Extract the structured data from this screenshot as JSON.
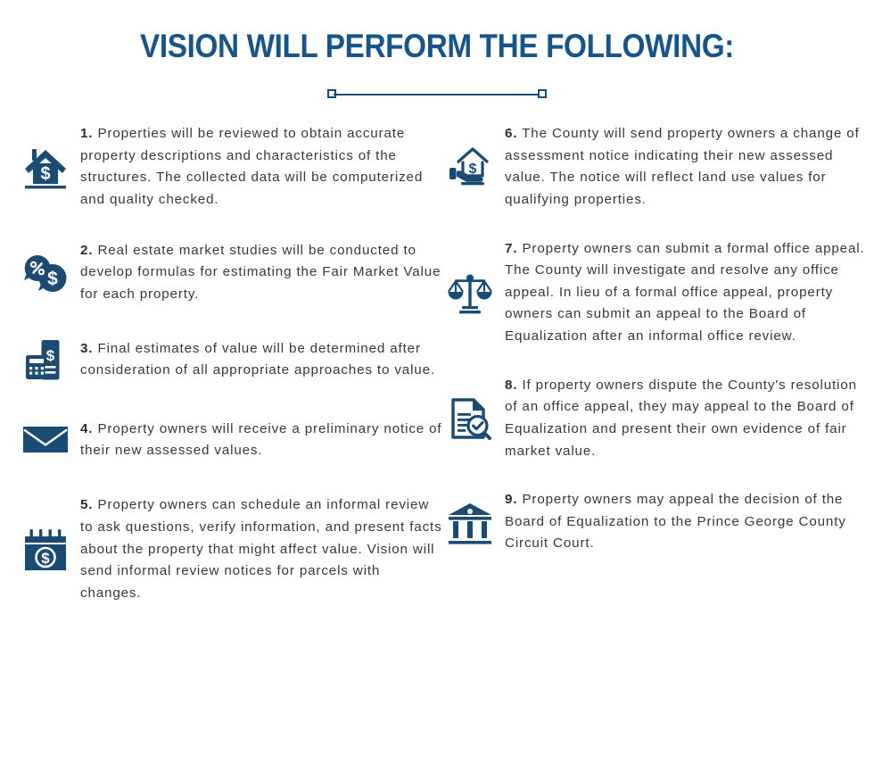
{
  "header": {
    "title": "VISION WILL PERFORM THE FOLLOWING:",
    "divider": "horizontal-rule-with-square-caps"
  },
  "colors": {
    "title_blue": "#17548a",
    "icon_navy": "#1b4a73",
    "body_text": "#3d3733",
    "background": "#ffffff"
  },
  "columns": {
    "left": [
      {
        "number": "1.",
        "icon": "house-dollar-icon",
        "text": " Properties will be reviewed to obtain accurate property descriptions and characteristics of the structures. The collected data will be computerized and quality checked."
      },
      {
        "number": "2.",
        "icon": "speech-bubbles-percent-dollar-icon",
        "text": " Real estate market studies will be conducted to develop formulas for estimating the Fair Market Value for each property."
      },
      {
        "number": "3.",
        "icon": "calculator-document-dollar-icon",
        "text": " Final estimates of value will be determined after consideration of all appropriate approaches to value."
      },
      {
        "number": "4.",
        "icon": "envelope-icon",
        "text": " Property owners will receive a preliminary notice of their new assessed values."
      },
      {
        "number": "5.",
        "icon": "calendar-dollar-icon",
        "text": " Property owners can schedule an informal review to ask questions, verify information, and present facts about the property that might affect value. Vision will send informal review notices for parcels with changes."
      }
    ],
    "right": [
      {
        "number": "6.",
        "icon": "hand-holding-house-dollar-icon",
        "text": " The County will send property owners a change of assessment notice indicating their new assessed value. The notice will reflect land use values for qualifying properties."
      },
      {
        "number": "7.",
        "icon": "balance-scale-icon",
        "text": " Property owners can submit a formal office appeal. The County will investigate and resolve any office appeal. In lieu of a formal office appeal, property owners can submit an appeal to the Board of Equalization after an informal office review."
      },
      {
        "number": "8.",
        "icon": "document-magnifier-check-icon",
        "text": " If property owners dispute the County's resolution of an office appeal, they may appeal to the Board of Equalization and present their own evidence of fair market value."
      },
      {
        "number": "9.",
        "icon": "courthouse-columns-icon",
        "text": " Property owners may appeal the decision of the Board of Equalization to the Prince George County Circuit Court."
      }
    ]
  }
}
